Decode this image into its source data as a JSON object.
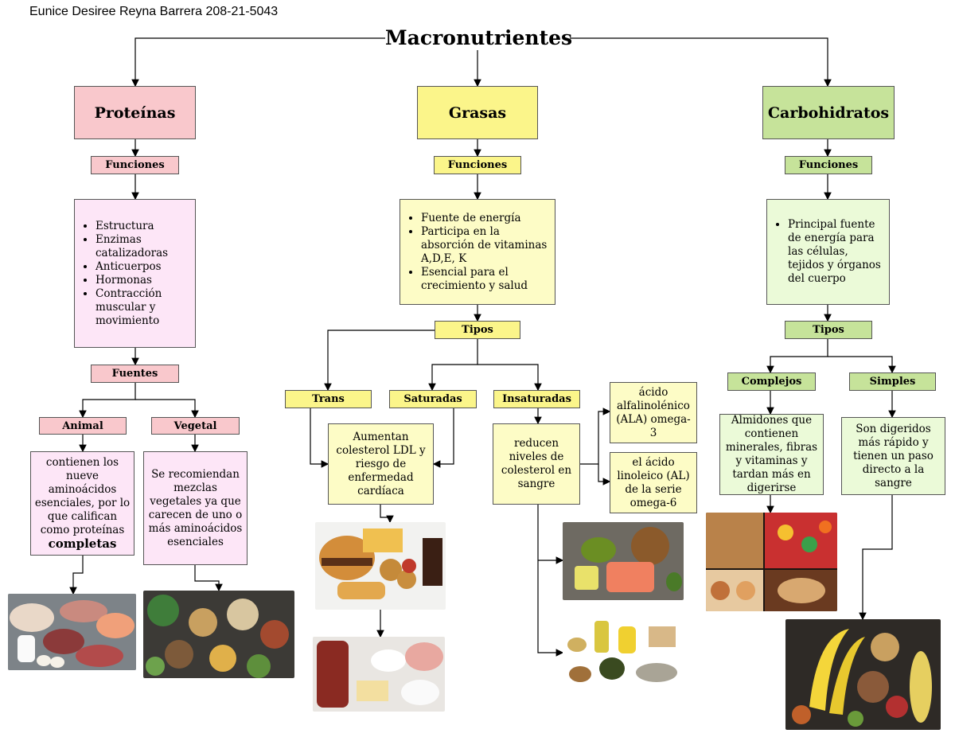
{
  "author": "Eunice Desiree Reyna Barrera  208-21-5043",
  "title": "Macronutrientes",
  "proteinas": {
    "label": "Proteínas",
    "funciones_label": "Funciones",
    "funciones": [
      "Estructura",
      "Enzimas catalizadoras",
      "Anticuerpos",
      "Hormonas",
      "Contracción muscular y movimiento"
    ],
    "fuentes_label": "Fuentes",
    "animal_label": "Animal",
    "animal_text": "contienen los nueve aminoácidos esenciales, por lo que califican como proteínas",
    "animal_bold": "completas",
    "vegetal_label": "Vegetal",
    "vegetal_text": "Se recomiendan mezclas vegetales ya que carecen de uno o más aminoácidos esenciales"
  },
  "grasas": {
    "label": "Grasas",
    "funciones_label": "Funciones",
    "funciones": [
      "Fuente de energía",
      "Participa en la absorción de vitaminas A,D,E, K",
      "Esencial para el crecimiento y salud"
    ],
    "tipos_label": "Tipos",
    "trans_label": "Trans",
    "saturadas_label": "Saturadas",
    "insaturadas_label": "Insaturadas",
    "trans_sat_text": "Aumentan colesterol LDL y riesgo de enfermedad cardíaca",
    "insat_text": "reducen niveles de colesterol en sangre",
    "ala_text": "ácido alfalinolénico (ALA) omega-3",
    "al_text": "el ácido linoleico (AL) de la serie omega-6"
  },
  "carbohidratos": {
    "label": "Carbohidratos",
    "funciones_label": "Funciones",
    "funciones": [
      "Principal fuente de energía para las células, tejidos y órganos del cuerpo"
    ],
    "tipos_label": "Tipos",
    "complejos_label": "Complejos",
    "complejos_text": "Almidones que contienen minerales, fibras y vitaminas y tardan más en digerirse",
    "simples_label": "Simples",
    "simples_text": "Son digeridos más rápido y tienen un paso directo a la sangre"
  },
  "colors": {
    "proteinas": "#f9c8cc",
    "grasas": "#fbf58a",
    "carbohidratos": "#c6e39a"
  }
}
